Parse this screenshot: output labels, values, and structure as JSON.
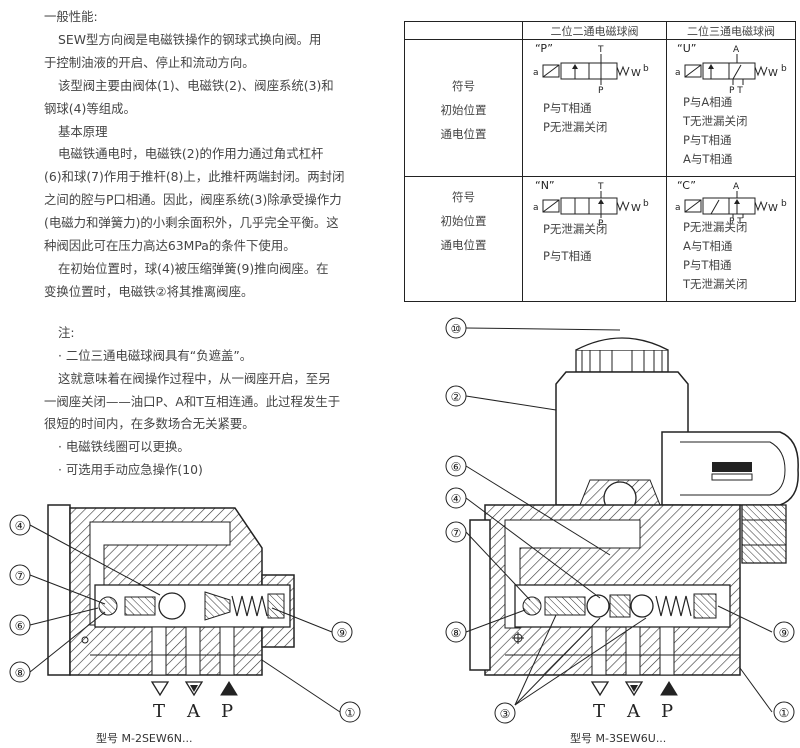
{
  "text": {
    "heading": "一般性能:",
    "p1a": "SEW型方向阀是电磁铁操作的钢球式换向阀。用",
    "p1b": "于控制油液的开启、停止和流动方向。",
    "p2a": "该型阀主要由阀体(1)、电磁铁(2)、阀座系统(3)和",
    "p2b": "钢球(4)等组成。",
    "basic": "基本原理",
    "p3a": "电磁铁通电时，电磁铁(2)的作用力通过角式杠杆",
    "p3b": "(6)和球(7)作用于推杆(8)上，此推杆两端封闭。两封闭",
    "p3c": "之间的腔与P口相通。因此，阀座系统(3)除承受操作力",
    "p3d": "(电磁力和弹簧力)的小剩余面积外，几乎完全平衡。这",
    "p3e": "种阀因此可在压力高达63MPa的条件下使用。",
    "p4a": "在初始位置时，球(4)被压缩弹簧(9)推向阀座。在",
    "p4b": "变换位置时，电磁铁②将其推离阀座。",
    "note": "注:",
    "n1": "· 二位三通电磁球阀具有“负遮盖”。",
    "n2a": "这就意味着在阀操作过程中，从一阀座开启，至另",
    "n2b": "一阀座关闭——油口P、A和T互相连通。此过程发生于",
    "n2c": "很短的时间内，在多数场合无关紧要。",
    "n3": "· 电磁铁线圈可以更换。",
    "n4": "· 可选用手动应急操作(10)"
  },
  "table": {
    "col1": "二位二通电磁球阀",
    "col2": "二位三通电磁球阀",
    "labels": [
      "符号",
      "初始位置",
      "通电位置"
    ],
    "P": {
      "code": "“P”",
      "ports": [
        "T",
        "P"
      ],
      "lines": [
        "P与T相通",
        "P无泄漏关闭"
      ]
    },
    "U": {
      "code": "“U”",
      "ports": [
        "A",
        "P T"
      ],
      "lines": [
        "P与A相通",
        "T无泄漏关闭",
        "P与T相通",
        "A与T相通"
      ]
    },
    "N": {
      "code": "“N”",
      "ports": [
        "T",
        "P"
      ],
      "lines": [
        "P无泄漏关闭",
        "P与T相通"
      ]
    },
    "C": {
      "code": "“C”",
      "ports": [
        "A",
        "P T"
      ],
      "lines": [
        "P无泄漏关闭",
        "A与T相通",
        "P与T相通",
        "T无泄漏关闭"
      ]
    },
    "sym_a": "a",
    "sym_b": "b",
    "sym_W": "W"
  },
  "left_drawing": {
    "callouts": [
      "④",
      "⑦",
      "⑥",
      "⑧",
      "⑨",
      "①"
    ],
    "ports": [
      "T",
      "A",
      "P"
    ],
    "model": "型号 M-2SEW6N..."
  },
  "right_drawing": {
    "callouts": [
      "⑩",
      "②",
      "⑥",
      "④",
      "⑦",
      "⑧",
      "⑨",
      "③",
      "①"
    ],
    "ports": [
      "T",
      "A",
      "P"
    ],
    "model": "型号 M-3SEW6U..."
  }
}
